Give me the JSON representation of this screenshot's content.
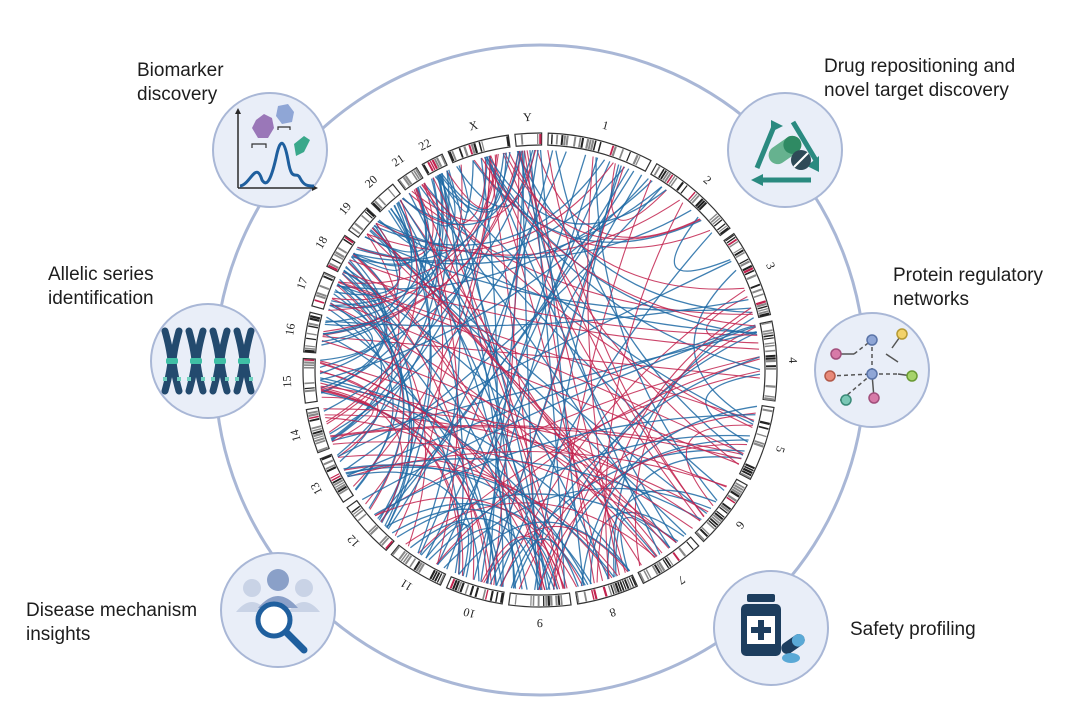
{
  "nodes": [
    {
      "id": "biomarker",
      "lines": [
        "Biomarker",
        "discovery"
      ],
      "icon": "biomarker-chart-icon"
    },
    {
      "id": "drug",
      "lines": [
        "Drug repositioning and",
        "novel target discovery"
      ],
      "icon": "recycle-pill-icon"
    },
    {
      "id": "allelic",
      "lines": [
        "Allelic series",
        "identification"
      ],
      "icon": "chromosomes-icon"
    },
    {
      "id": "protein",
      "lines": [
        "Protein regulatory",
        "networks"
      ],
      "icon": "network-graph-icon"
    },
    {
      "id": "disease",
      "lines": [
        "Disease mechanism",
        "insights"
      ],
      "icon": "people-magnifier-icon"
    },
    {
      "id": "safety",
      "lines": [
        "Safety profiling"
      ],
      "icon": "medicine-bottle-icon"
    }
  ],
  "chromosomes": [
    "1",
    "2",
    "3",
    "4",
    "5",
    "6",
    "7",
    "8",
    "9",
    "10",
    "11",
    "12",
    "13",
    "14",
    "15",
    "16",
    "17",
    "18",
    "19",
    "20",
    "21",
    "22",
    "X",
    "Y"
  ],
  "colors": {
    "ring": "#a9b7d6",
    "node_fill": "#e9eef8",
    "link_blue": "#1f6aa5",
    "link_red": "#c2234f",
    "icon_teal": "#2a8a80",
    "icon_navy": "#234a6e"
  }
}
